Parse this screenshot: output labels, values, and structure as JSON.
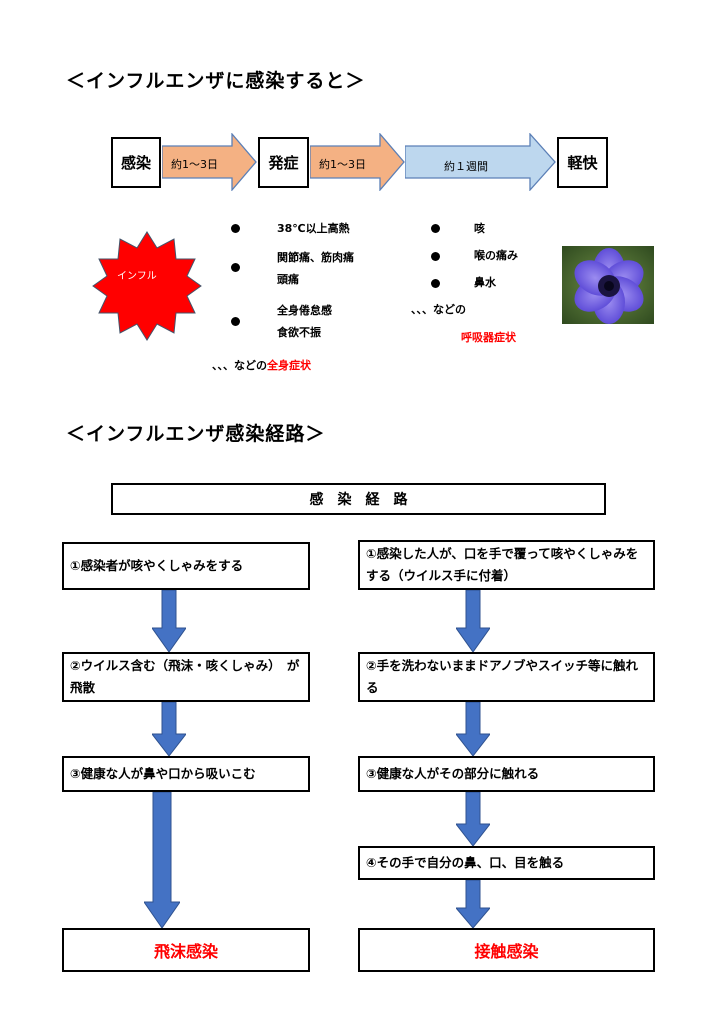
{
  "section1": {
    "title": "＜インフルエンザに感染すると＞",
    "stages": [
      "感染",
      "発症",
      "軽快"
    ],
    "arrows": [
      "約1～3日",
      "約1～3日",
      "約１週間"
    ],
    "burst_label": "インフル",
    "symptoms_left": [
      "38℃以上高熱",
      "関節痛、筋肉痛",
      "頭痛",
      "全身倦怠感",
      "食欲不振"
    ],
    "left_footer_prefix": "、、、などの",
    "left_footer_emphasis": "全身症状",
    "symptoms_right": [
      "咳",
      "喉の痛み",
      "鼻水"
    ],
    "right_footer_prefix": "、、、などの",
    "right_footer_emphasis": "呼吸器症状",
    "colors": {
      "arrow_orange": "#f4b183",
      "arrow_blue": "#bdd7ee",
      "burst_red": "#ff0000",
      "emphasis": "#ff0000"
    }
  },
  "section2": {
    "title": "＜インフルエンザ感染経路＞",
    "route_header": "感　染　経　路",
    "left_steps": [
      "①感染者が咳やくしゃみをする",
      "②ウイルス含む（飛沫・咳くしゃみ）　が飛散",
      "③健康な人が鼻や口から吸いこむ"
    ],
    "left_result": "飛沫感染",
    "right_steps": [
      "①感染した人が、口を手で覆って咳やくしゃみをする（ウイルス手に付着）",
      "②手を洗わないままドアノブやスイッチ等に触れる",
      "③健康な人がその部分に触れる",
      "④その手で自分の鼻、口、目を触る"
    ],
    "right_result": "接触感染",
    "colors": {
      "down_arrow": "#4472c4",
      "result_text": "#ff0000"
    }
  }
}
